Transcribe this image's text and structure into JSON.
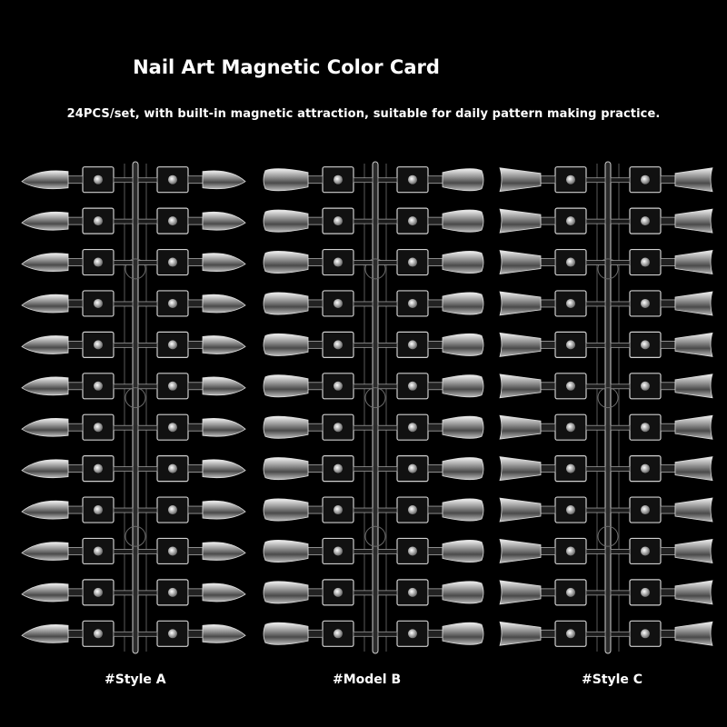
{
  "title": "Nail Art Magnetic Color Card",
  "subtitle": "24PCS/set, with built-in magnetic attraction, suitable for daily pattern making practice.",
  "cards": [
    {
      "label": "#Style A",
      "tip_shape": "almond"
    },
    {
      "label": "#Model B",
      "tip_shape": "squoval"
    },
    {
      "label": "#Style C",
      "tip_shape": "flare"
    }
  ],
  "rows_per_card": 12,
  "colors": {
    "background": "#000000",
    "text": "#ffffff",
    "tip_light": "#e6e6e6",
    "tip_dark": "#3a3a3a",
    "frame": "#bfbfbf"
  }
}
